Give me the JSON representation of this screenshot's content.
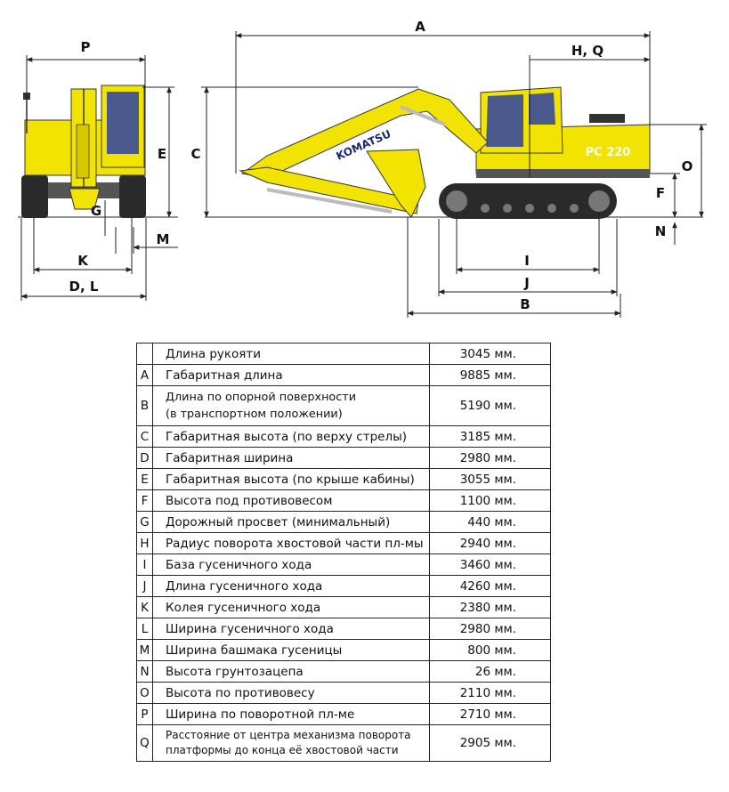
{
  "diagram": {
    "brand": "KOMATSU",
    "model_badge": "PC 220",
    "dim_labels": {
      "A": "A",
      "B": "B",
      "C": "C",
      "E": "E",
      "F": "F",
      "G": "G",
      "HQ": "H, Q",
      "I": "I",
      "J": "J",
      "K": "K",
      "M": "M",
      "N": "N",
      "O": "O",
      "P": "P",
      "DL": "D, L"
    },
    "colors": {
      "body": "#f2e400",
      "dark": "#2a2a2a",
      "glass": "#4a5a8c"
    }
  },
  "table": {
    "rows": [
      {
        "code": "",
        "param": "Длина рукояти",
        "value": "3045 мм."
      },
      {
        "code": "A",
        "param": "Габаритная длина",
        "value": "9885 мм."
      },
      {
        "code": "B",
        "param": "Длина по опорной поверхности",
        "param2": "(в транспортном положении)",
        "value": "5190 мм."
      },
      {
        "code": "C",
        "param": "Габаритная высота (по верху стрелы)",
        "value": "3185 мм."
      },
      {
        "code": "D",
        "param": "Габаритная ширина",
        "value": "2980 мм."
      },
      {
        "code": "E",
        "param": "Габаритная высота (по крыше кабины)",
        "value": "3055 мм."
      },
      {
        "code": "F",
        "param": "Высота под противовесом",
        "value": "1100 мм."
      },
      {
        "code": "G",
        "param": "Дорожный просвет (минимальный)",
        "value": "440 мм."
      },
      {
        "code": "H",
        "param": "Радиус поворота хвостовой части пл-мы",
        "value": "2940 мм."
      },
      {
        "code": "I",
        "param": "База гусеничного хода",
        "value": "3460 мм."
      },
      {
        "code": "J",
        "param": "Длина гусеничного  хода",
        "value": "4260 мм."
      },
      {
        "code": "K",
        "param": "Колея гусеничного хода",
        "value": "2380 мм."
      },
      {
        "code": "L",
        "param": "Ширина гусеничного хода",
        "value": "2980 мм."
      },
      {
        "code": "M",
        "param": "Ширина башмака гусеницы",
        "value": "800 мм."
      },
      {
        "code": "N",
        "param": "Высота грунтозацепа",
        "value": "26 мм."
      },
      {
        "code": "O",
        "param": "Высота по противовесу",
        "value": "2110 мм."
      },
      {
        "code": "P",
        "param": "Ширина по поворотной пл-ме",
        "value": "2710 мм."
      },
      {
        "code": "Q",
        "param": "Расстояние от центра механизма поворота",
        "param2": "платформы до конца её хвостовой части",
        "value": "2905 мм."
      }
    ]
  }
}
